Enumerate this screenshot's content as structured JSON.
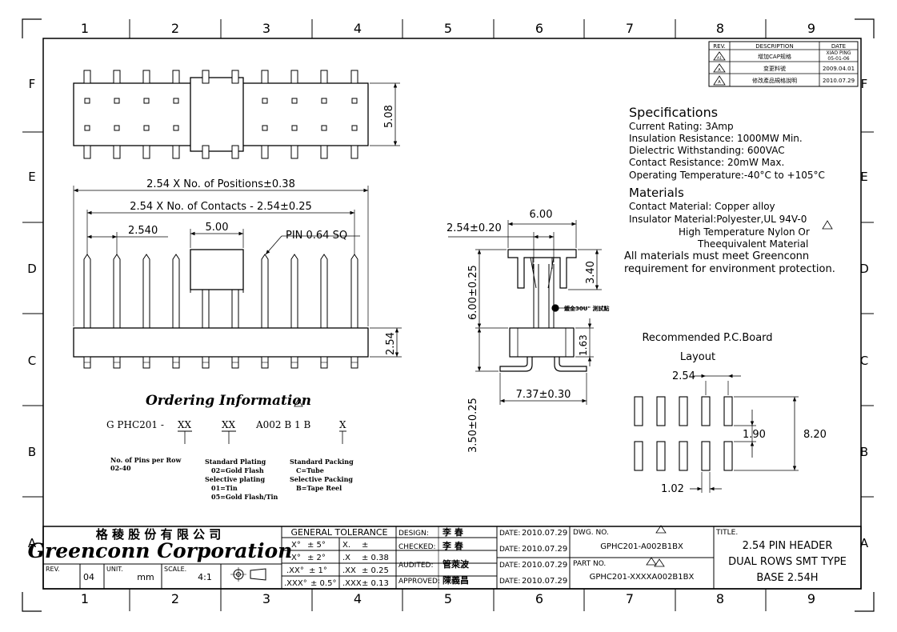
{
  "grid": {
    "columns": [
      "1",
      "2",
      "3",
      "4",
      "5",
      "6",
      "7",
      "8",
      "9"
    ],
    "rows": [
      "F",
      "E",
      "D",
      "C",
      "B",
      "A"
    ]
  },
  "revision_table": {
    "headers": {
      "rev": "REV.",
      "description": "DESCRIPTION",
      "date": "DATE"
    },
    "rows": [
      {
        "rev": "A1",
        "description": "增加CAP规格",
        "date_line1": "XIAO PING",
        "date_line2": "05-01-06"
      },
      {
        "rev": "A",
        "description": "变更料號",
        "date_line1": "2009.04.01",
        "date_line2": ""
      },
      {
        "rev": "A",
        "description": "修改產品規格說明",
        "date_line1": "2010.07.29",
        "date_line2": ""
      }
    ]
  },
  "specifications": {
    "title": "Specifications",
    "lines": [
      "Current Rating:  3Amp",
      "Insulation Resistance:   1000MW Min.",
      "Dielectric Withstanding:   600VAC",
      "Contact Resistance:   20mW Max.",
      "Operating Temperature:-40°C to +105°C"
    ],
    "materials_title": "Materials",
    "materials_lines": [
      "Contact Material: Copper alloy",
      "Insulator Material:Polyester,UL 94V-0",
      "High Temperature Nylon Or",
      "Theequivalent Material",
      "All materials must meet Greenconn",
      "requirement for environment protection."
    ]
  },
  "top_view": {
    "dim_height": "5.08"
  },
  "front_view": {
    "dim_total": "2.54 X No. of Positions±0.38",
    "dim_contacts": "2.54 X No. of Contacts - 2.54±0.25",
    "dim_pitch": "2.540",
    "dim_cap": "5.00",
    "pin_label": "PIN 0.64 SQ",
    "dim_base": "2.54"
  },
  "side_view": {
    "dim_top": "6.00",
    "dim_pitch": "2.54±0.20",
    "dim_cap_h": "3.40",
    "dim_upper": "6.00±0.25",
    "dim_body": "1.63",
    "dim_lower": "3.50±0.25",
    "dim_width": "7.37±0.30",
    "note": "鍍金30U\" 測試點"
  },
  "pcb_layout": {
    "title_line1": "Recommended P.C.Board",
    "title_line2": "Layout",
    "dim_pitch": "2.54",
    "dim_gap": "1.90",
    "dim_total": "8.20",
    "dim_pad": "1.02"
  },
  "ordering": {
    "title": "Ordering Information",
    "code_prefix": "G PHC201 -",
    "code_xx1": "XX",
    "code_xx2": "XX",
    "code_mid": "A002 B 1 B",
    "code_x": "X",
    "note_pins_1": "No. of Pins per Row",
    "note_pins_2": "02-40",
    "plating_lines": [
      "Standard Plating",
      "02=Gold Flash",
      "Selective plating",
      "01=Tin",
      "05=Gold Flash/Tin"
    ],
    "packing_lines": [
      "Standard Packing",
      "C=Tube",
      "Selective Packing",
      "B=Tape Reel"
    ]
  },
  "title_block": {
    "company_cn": "格 稜 股 份 有 限 公 司",
    "company_en": "Greenconn Corporation",
    "rev_label": "REV.",
    "rev_value": "04",
    "unit_label": "UNIT.",
    "unit_value": "mm",
    "scale_label": "SCALE.",
    "scale_value": "4:1",
    "tol_title": "GENERAL TOLERANCE",
    "tol_rows": [
      [
        "X°",
        "± 5°",
        "X.",
        "±"
      ],
      [
        "X°",
        "± 2°",
        ".X",
        "± 0.38"
      ],
      [
        ".XX°",
        "± 1°",
        ".XX",
        "± 0.25"
      ],
      [
        ".XXX°",
        "± 0.5°",
        ".XXX",
        "± 0.13"
      ]
    ],
    "design_label": "DESIGN:",
    "design_name": "李 春",
    "checked_label": "CHECKED:",
    "checked_name": "李 春",
    "audited_label": "AUDITED:",
    "audited_name": "管萊波",
    "approved_label": "APPROVED:",
    "approved_name": "陳義昌",
    "date_label": "DATE:",
    "dates": [
      "2010.07.29",
      "2010.07.29",
      "2010.07.29",
      "2010.07.29"
    ],
    "dwg_label": "DWG. NO.",
    "dwg_no": "GPHC201-A002B1BX",
    "part_label": "PART NO.",
    "part_no": "GPHC201-XXXXA002B1BX",
    "title_label": "TITLE.",
    "title_lines": [
      "2.54 PIN HEADER",
      "DUAL ROWS SMT TYPE",
      "BASE 2.54H"
    ]
  }
}
